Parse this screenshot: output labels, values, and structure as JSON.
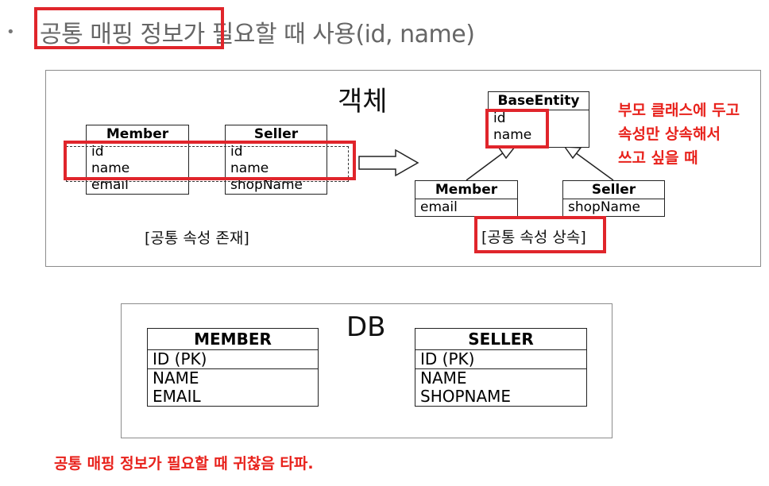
{
  "heading": {
    "bullet": "•",
    "text": "공통 매핑 정보가 필요할 때 사용(id, name)"
  },
  "object_panel": {
    "title": "객체",
    "left": {
      "member": {
        "name": "Member",
        "fields": [
          "id",
          "name",
          "email"
        ]
      },
      "seller": {
        "name": "Seller",
        "fields": [
          "id",
          "name",
          "shopName"
        ]
      },
      "caption": "[공통 속성 존재]"
    },
    "right": {
      "base": {
        "name": "BaseEntity",
        "fields": [
          "id",
          "name"
        ]
      },
      "member": {
        "name": "Member",
        "fields": [
          "email"
        ]
      },
      "seller": {
        "name": "Seller",
        "fields": [
          "shopName"
        ]
      },
      "caption": "[공통 속성 상속]"
    },
    "note": [
      "부모 클래스에 두고",
      "속성만 상속해서",
      "쓰고 싶을 때"
    ]
  },
  "db_panel": {
    "title": "DB",
    "member": {
      "name": "MEMBER",
      "pk": "ID (PK)",
      "fields": [
        "NAME",
        "EMAIL"
      ]
    },
    "seller": {
      "name": "SELLER",
      "pk": "ID (PK)",
      "fields": [
        "NAME",
        "SHOPNAME"
      ]
    }
  },
  "footer_note": "공통 매핑 정보가 필요할 때 귀찮음 타파.",
  "colors": {
    "highlight": "#e0252b",
    "note_text": "#e8221c",
    "heading_text": "#666666"
  }
}
